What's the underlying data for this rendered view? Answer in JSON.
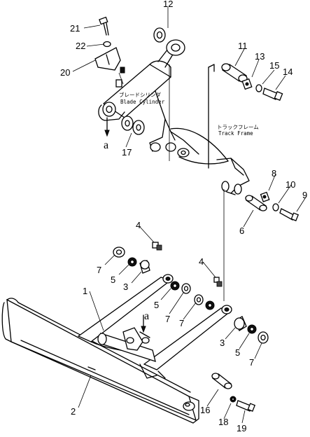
{
  "labels": {
    "p1": "1",
    "p2": "2",
    "p3a": "3",
    "p3b": "3",
    "p4a": "4",
    "p4b": "4",
    "p5a": "5",
    "p5b": "5",
    "p5c": "5",
    "p6": "6",
    "p7a": "7",
    "p7b": "7",
    "p7c": "7",
    "p7d": "7",
    "p8": "8",
    "p9": "9",
    "p10": "10",
    "p11": "11",
    "p12": "12",
    "p13": "13",
    "p14": "14",
    "p15": "15",
    "p16": "16",
    "p17": "17",
    "p18": "18",
    "p19": "19",
    "p20": "20",
    "p21": "21",
    "p22": "22",
    "ref_a_top": "a",
    "ref_a_blade": "a"
  },
  "captions": {
    "blade_cylinder_jp": "ブレードシリンダ",
    "blade_cylinder_en": "Blade Cylinder",
    "track_frame_jp": "トラックフレーム",
    "track_frame_en": "Track Frame"
  }
}
